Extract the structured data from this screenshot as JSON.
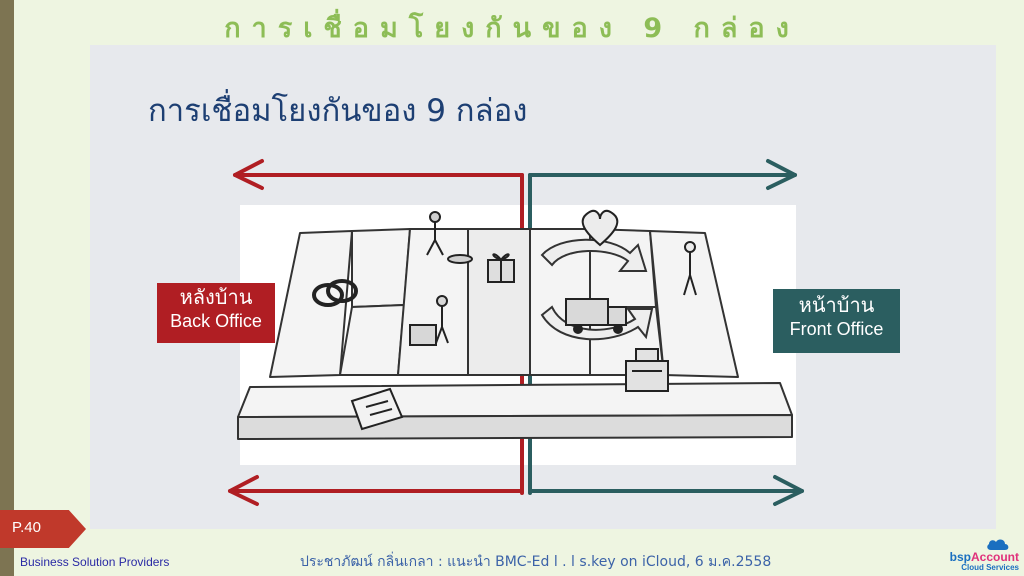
{
  "header": {
    "title": "การเชื่อมโยงกันของ 9 กล่อง"
  },
  "slide": {
    "title": "การเชื่อมโยงกันของ 9 กล่อง",
    "back_office": {
      "thai": "หลังบ้าน",
      "english": "Back Office"
    },
    "front_office": {
      "thai": "หน้าบ้าน",
      "english": "Front Office"
    },
    "colors": {
      "back": "#b01e23",
      "front": "#2b5e60"
    },
    "illustration_icons": [
      "rings-icon",
      "person-digging-icon",
      "gift-box-icon",
      "person-carrying-box-icon",
      "document-icon",
      "heart-icon",
      "person-standing-icon",
      "delivery-truck-icon",
      "cash-register-icon"
    ]
  },
  "footer": {
    "page": "P.40",
    "provider": "Business Solution Providers",
    "citation": "ประชาภัฒน์ กลิ่นเกลา : แนะนำ BMC-Ed l . l s.key on iCloud, 6 ม.ค.2558",
    "logo": {
      "brand_main": "bsp",
      "brand_accent": "Account",
      "sub": "Cloud Services"
    }
  },
  "colors": {
    "header": "#8dbd56",
    "accent_strip": "#7d7452",
    "slide_bg": "#e7e9ed"
  }
}
